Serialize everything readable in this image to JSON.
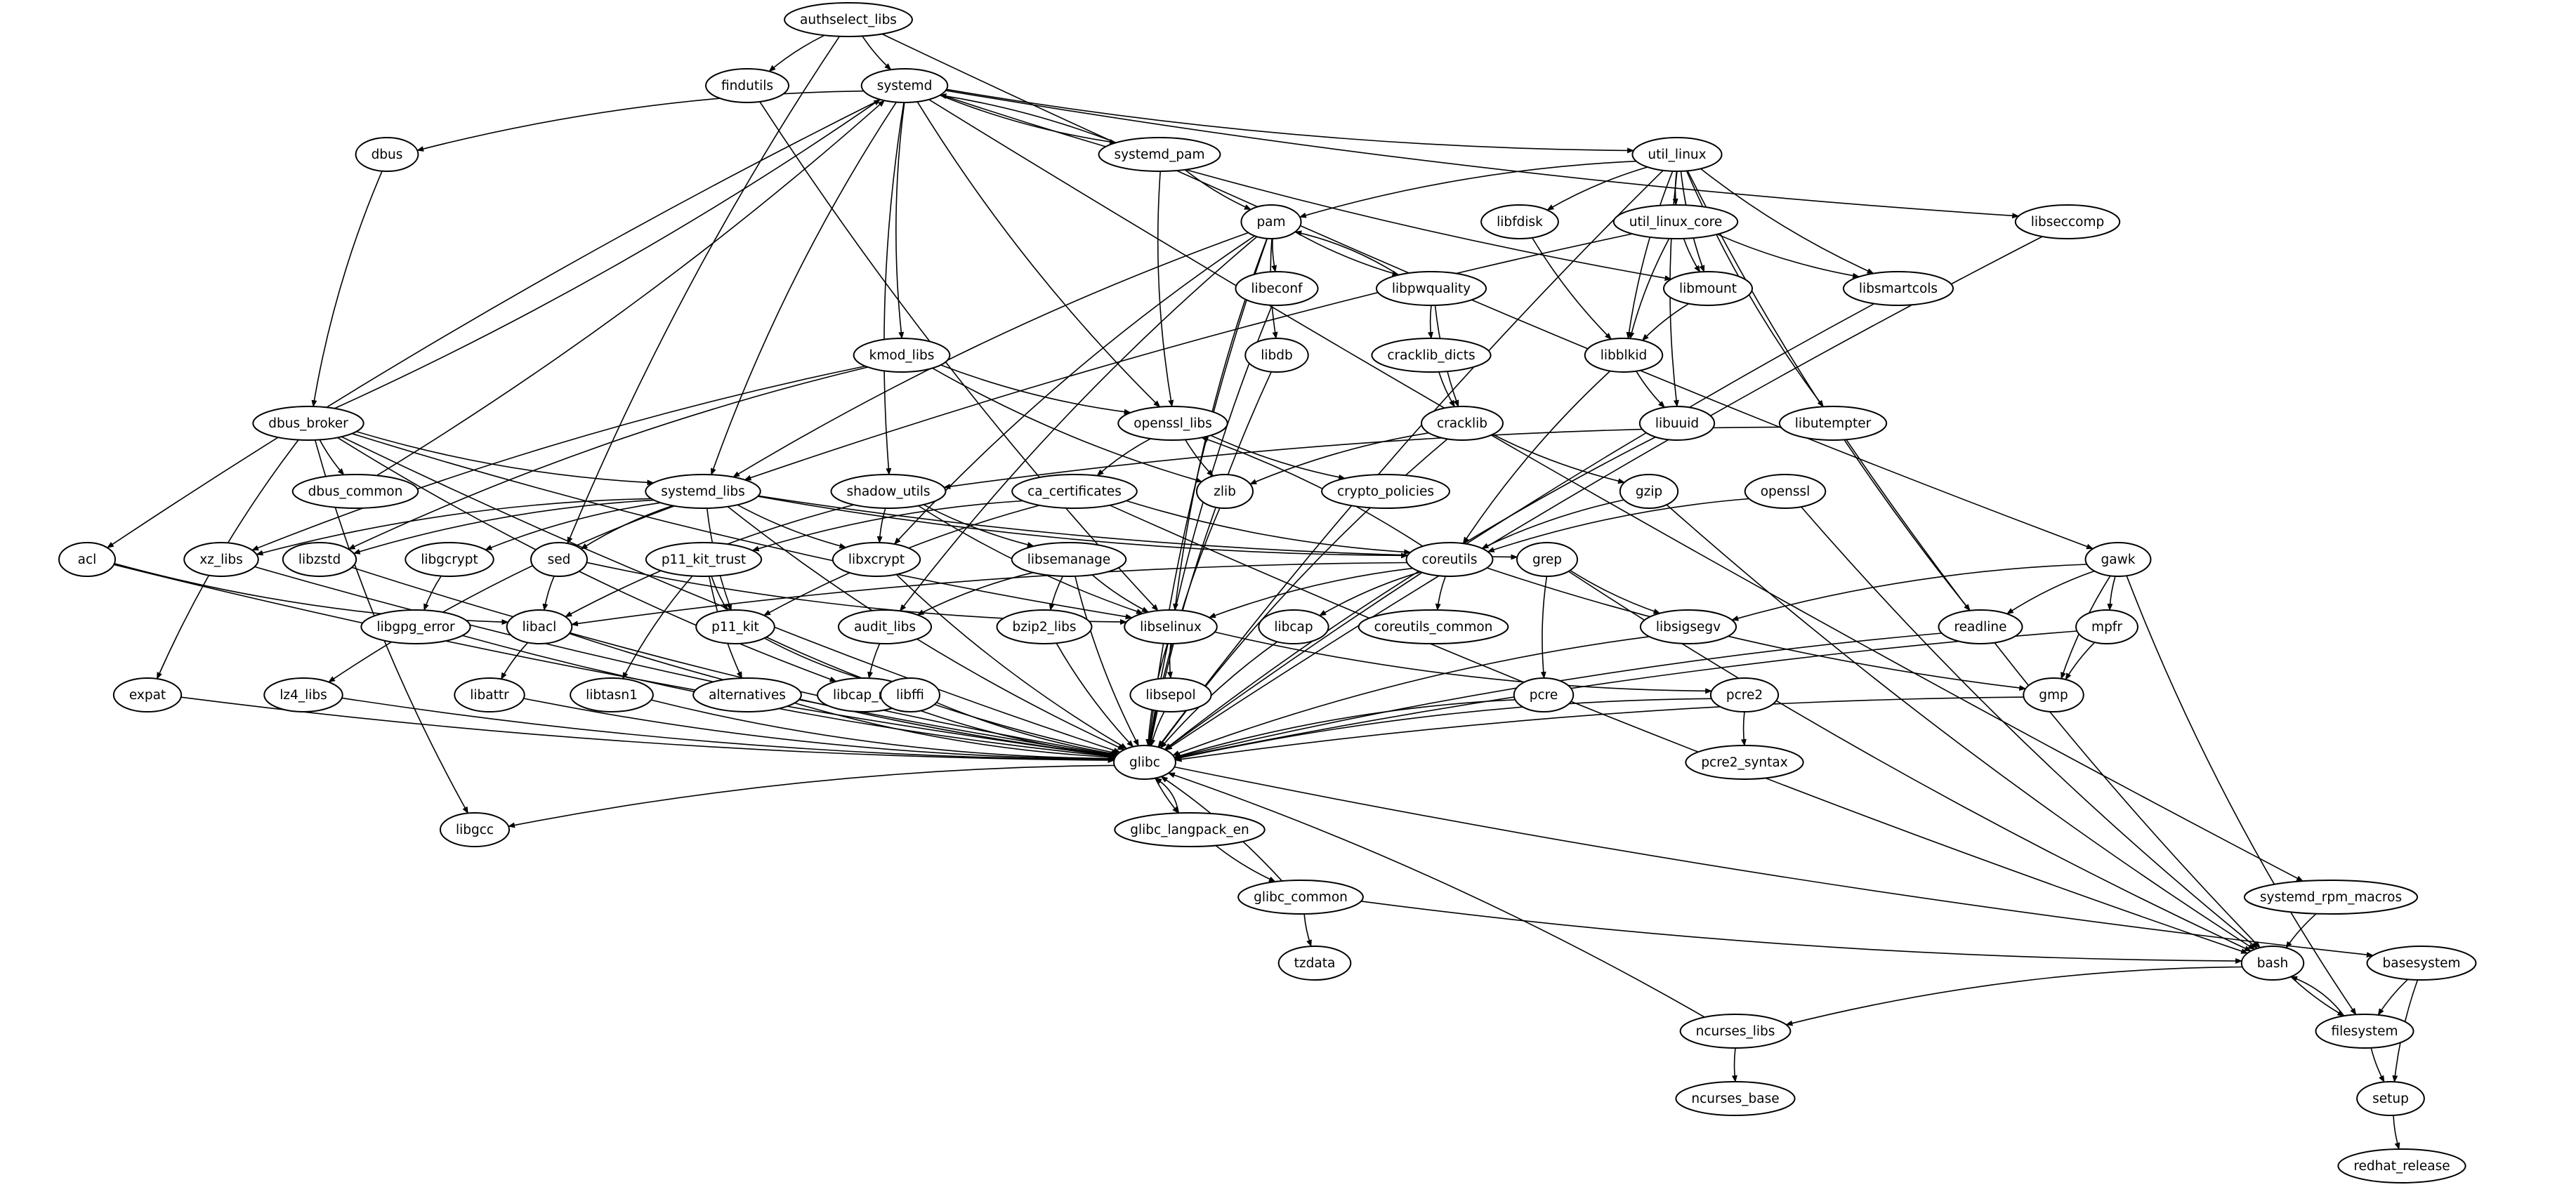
{
  "graph": {
    "nodes": [
      {
        "id": "authselect_libs",
        "label": "authselect_libs"
      },
      {
        "id": "findutils",
        "label": "findutils"
      },
      {
        "id": "systemd",
        "label": "systemd"
      },
      {
        "id": "dbus",
        "label": "dbus"
      },
      {
        "id": "systemd_pam",
        "label": "systemd_pam"
      },
      {
        "id": "util_linux",
        "label": "util_linux"
      },
      {
        "id": "pam",
        "label": "pam"
      },
      {
        "id": "libfdisk",
        "label": "libfdisk"
      },
      {
        "id": "util_linux_core",
        "label": "util_linux_core"
      },
      {
        "id": "libseccomp",
        "label": "libseccomp"
      },
      {
        "id": "libeconf",
        "label": "libeconf"
      },
      {
        "id": "libpwquality",
        "label": "libpwquality"
      },
      {
        "id": "libmount",
        "label": "libmount"
      },
      {
        "id": "libsmartcols",
        "label": "libsmartcols"
      },
      {
        "id": "kmod_libs",
        "label": "kmod_libs"
      },
      {
        "id": "libdb",
        "label": "libdb"
      },
      {
        "id": "cracklib_dicts",
        "label": "cracklib_dicts"
      },
      {
        "id": "libblkid",
        "label": "libblkid"
      },
      {
        "id": "dbus_broker",
        "label": "dbus_broker"
      },
      {
        "id": "openssl_libs",
        "label": "openssl_libs"
      },
      {
        "id": "cracklib",
        "label": "cracklib"
      },
      {
        "id": "libuuid",
        "label": "libuuid"
      },
      {
        "id": "libutempter",
        "label": "libutempter"
      },
      {
        "id": "dbus_common",
        "label": "dbus_common"
      },
      {
        "id": "systemd_libs",
        "label": "systemd_libs"
      },
      {
        "id": "shadow_utils",
        "label": "shadow_utils"
      },
      {
        "id": "zlib",
        "label": "zlib"
      },
      {
        "id": "crypto_policies",
        "label": "crypto_policies"
      },
      {
        "id": "ca_certificates",
        "label": "ca_certificates"
      },
      {
        "id": "gzip",
        "label": "gzip"
      },
      {
        "id": "openssl",
        "label": "openssl"
      },
      {
        "id": "acl",
        "label": "acl"
      },
      {
        "id": "xz_libs",
        "label": "xz_libs"
      },
      {
        "id": "libzstd",
        "label": "libzstd"
      },
      {
        "id": "libgcrypt",
        "label": "libgcrypt"
      },
      {
        "id": "sed",
        "label": "sed"
      },
      {
        "id": "p11_kit_trust",
        "label": "p11_kit_trust"
      },
      {
        "id": "libxcrypt",
        "label": "libxcrypt"
      },
      {
        "id": "libsemanage",
        "label": "libsemanage"
      },
      {
        "id": "coreutils",
        "label": "coreutils"
      },
      {
        "id": "grep",
        "label": "grep"
      },
      {
        "id": "gawk",
        "label": "gawk"
      },
      {
        "id": "libgpg_error",
        "label": "libgpg_error"
      },
      {
        "id": "libacl",
        "label": "libacl"
      },
      {
        "id": "p11_kit",
        "label": "p11_kit"
      },
      {
        "id": "audit_libs",
        "label": "audit_libs"
      },
      {
        "id": "bzip2_libs",
        "label": "bzip2_libs"
      },
      {
        "id": "libselinux",
        "label": "libselinux"
      },
      {
        "id": "libcap",
        "label": "libcap"
      },
      {
        "id": "coreutils_common",
        "label": "coreutils_common"
      },
      {
        "id": "libsigsegv",
        "label": "libsigsegv"
      },
      {
        "id": "readline",
        "label": "readline"
      },
      {
        "id": "mpfr",
        "label": "mpfr"
      },
      {
        "id": "expat",
        "label": "expat"
      },
      {
        "id": "lz4_libs",
        "label": "lz4_libs"
      },
      {
        "id": "libattr",
        "label": "libattr"
      },
      {
        "id": "libtasn1",
        "label": "libtasn1"
      },
      {
        "id": "alternatives",
        "label": "alternatives"
      },
      {
        "id": "libcap_ng",
        "label": "libcap_ng"
      },
      {
        "id": "libffi",
        "label": "libffi"
      },
      {
        "id": "libsepol",
        "label": "libsepol"
      },
      {
        "id": "pcre",
        "label": "pcre"
      },
      {
        "id": "pcre2",
        "label": "pcre2"
      },
      {
        "id": "gmp",
        "label": "gmp"
      },
      {
        "id": "glibc",
        "label": "glibc"
      },
      {
        "id": "pcre2_syntax",
        "label": "pcre2_syntax"
      },
      {
        "id": "libgcc",
        "label": "libgcc"
      },
      {
        "id": "glibc_langpack_en",
        "label": "glibc_langpack_en"
      },
      {
        "id": "glibc_common",
        "label": "glibc_common"
      },
      {
        "id": "systemd_rpm_macros",
        "label": "systemd_rpm_macros"
      },
      {
        "id": "tzdata",
        "label": "tzdata"
      },
      {
        "id": "bash",
        "label": "bash"
      },
      {
        "id": "basesystem",
        "label": "basesystem"
      },
      {
        "id": "ncurses_libs",
        "label": "ncurses_libs"
      },
      {
        "id": "filesystem",
        "label": "filesystem"
      },
      {
        "id": "ncurses_base",
        "label": "ncurses_base"
      },
      {
        "id": "setup",
        "label": "setup"
      },
      {
        "id": "redhat_release",
        "label": "redhat_release"
      }
    ],
    "edges": [
      [
        "authselect_libs",
        "findutils"
      ],
      [
        "authselect_libs",
        "systemd"
      ],
      [
        "authselect_libs",
        "gawk"
      ],
      [
        "authselect_libs",
        "sed"
      ],
      [
        "findutils",
        "libselinux"
      ],
      [
        "systemd",
        "dbus"
      ],
      [
        "systemd",
        "systemd_pam"
      ],
      [
        "systemd",
        "util_linux"
      ],
      [
        "systemd",
        "libseccomp"
      ],
      [
        "systemd",
        "kmod_libs"
      ],
      [
        "systemd",
        "openssl_libs"
      ],
      [
        "systemd",
        "systemd_libs"
      ],
      [
        "systemd",
        "shadow_utils"
      ],
      [
        "systemd",
        "acl"
      ],
      [
        "systemd",
        "libmount"
      ],
      [
        "systemd",
        "systemd_rpm_macros"
      ],
      [
        "systemd_pam",
        "systemd"
      ],
      [
        "systemd_pam",
        "pam"
      ],
      [
        "systemd_pam",
        "openssl_libs"
      ],
      [
        "dbus",
        "dbus_broker"
      ],
      [
        "dbus_broker",
        "systemd"
      ],
      [
        "dbus_broker",
        "dbus_common"
      ],
      [
        "dbus_broker",
        "systemd_libs"
      ],
      [
        "dbus_broker",
        "expat"
      ],
      [
        "dbus_broker",
        "glibc"
      ],
      [
        "dbus_broker",
        "libgcc"
      ],
      [
        "dbus_broker",
        "libcap_ng"
      ],
      [
        "dbus_broker",
        "libselinux"
      ],
      [
        "dbus_common",
        "systemd"
      ],
      [
        "util_linux",
        "pam"
      ],
      [
        "util_linux",
        "libfdisk"
      ],
      [
        "util_linux",
        "util_linux_core"
      ],
      [
        "util_linux",
        "libmount"
      ],
      [
        "util_linux",
        "libsmartcols"
      ],
      [
        "util_linux",
        "libblkid"
      ],
      [
        "util_linux",
        "libuuid"
      ],
      [
        "util_linux",
        "libutempter"
      ],
      [
        "util_linux",
        "readline"
      ],
      [
        "util_linux",
        "glibc"
      ],
      [
        "util_linux_core",
        "libmount"
      ],
      [
        "util_linux_core",
        "libblkid"
      ],
      [
        "util_linux_core",
        "libsmartcols"
      ],
      [
        "util_linux_core",
        "systemd_libs"
      ],
      [
        "libfdisk",
        "libblkid"
      ],
      [
        "libmount",
        "libblkid"
      ],
      [
        "libblkid",
        "libuuid"
      ],
      [
        "libblkid",
        "coreutils"
      ],
      [
        "libsmartcols",
        "glibc"
      ],
      [
        "libseccomp",
        "glibc"
      ],
      [
        "pam",
        "libeconf"
      ],
      [
        "pam",
        "libpwquality"
      ],
      [
        "pam",
        "libdb"
      ],
      [
        "pam",
        "audit_libs"
      ],
      [
        "pam",
        "libxcrypt"
      ],
      [
        "pam",
        "systemd_libs"
      ],
      [
        "pam",
        "libselinux"
      ],
      [
        "pam",
        "glibc"
      ],
      [
        "libpwquality",
        "pam"
      ],
      [
        "libpwquality",
        "cracklib_dicts"
      ],
      [
        "libpwquality",
        "cracklib"
      ],
      [
        "cracklib_dicts",
        "cracklib"
      ],
      [
        "cracklib",
        "zlib"
      ],
      [
        "cracklib",
        "gzip"
      ],
      [
        "cracklib",
        "glibc"
      ],
      [
        "libeconf",
        "glibc"
      ],
      [
        "libdb",
        "glibc"
      ],
      [
        "kmod_libs",
        "openssl_libs"
      ],
      [
        "kmod_libs",
        "zlib"
      ],
      [
        "kmod_libs",
        "xz_libs"
      ],
      [
        "kmod_libs",
        "libzstd"
      ],
      [
        "openssl_libs",
        "zlib"
      ],
      [
        "openssl_libs",
        "crypto_policies"
      ],
      [
        "openssl_libs",
        "ca_certificates"
      ],
      [
        "ca_certificates",
        "coreutils"
      ],
      [
        "ca_certificates",
        "p11_kit_trust"
      ],
      [
        "ca_certificates",
        "p11_kit"
      ],
      [
        "ca_certificates",
        "bash"
      ],
      [
        "p11_kit_trust",
        "p11_kit"
      ],
      [
        "p11_kit_trust",
        "libtasn1"
      ],
      [
        "p11_kit_trust",
        "alternatives"
      ],
      [
        "p11_kit",
        "libffi"
      ],
      [
        "p11_kit",
        "glibc"
      ],
      [
        "systemd_libs",
        "sed"
      ],
      [
        "systemd_libs",
        "libgcrypt"
      ],
      [
        "systemd_libs",
        "xz_libs"
      ],
      [
        "systemd_libs",
        "libzstd"
      ],
      [
        "systemd_libs",
        "lz4_libs"
      ],
      [
        "systemd_libs",
        "libxcrypt"
      ],
      [
        "systemd_libs",
        "p11_kit"
      ],
      [
        "systemd_libs",
        "coreutils"
      ],
      [
        "systemd_libs",
        "grep"
      ],
      [
        "systemd_libs",
        "glibc"
      ],
      [
        "shadow_utils",
        "libsemanage"
      ],
      [
        "shadow_utils",
        "libxcrypt"
      ],
      [
        "shadow_utils",
        "libacl"
      ],
      [
        "shadow_utils",
        "libselinux"
      ],
      [
        "libutempter",
        "shadow_utils"
      ],
      [
        "libutempter",
        "bash"
      ],
      [
        "libsemanage",
        "audit_libs"
      ],
      [
        "libsemanage",
        "bzip2_libs"
      ],
      [
        "libsemanage",
        "libselinux"
      ],
      [
        "libsemanage",
        "glibc"
      ],
      [
        "coreutils",
        "openssl_libs"
      ],
      [
        "coreutils",
        "libacl"
      ],
      [
        "coreutils",
        "libcap"
      ],
      [
        "coreutils",
        "coreutils_common"
      ],
      [
        "coreutils",
        "libselinux"
      ],
      [
        "coreutils",
        "gmp"
      ],
      [
        "gzip",
        "coreutils"
      ],
      [
        "gzip",
        "bash"
      ],
      [
        "openssl",
        "coreutils"
      ],
      [
        "openssl",
        "bash"
      ],
      [
        "grep",
        "pcre"
      ],
      [
        "grep",
        "libsigsegv"
      ],
      [
        "grep",
        "bash"
      ],
      [
        "gawk",
        "libsigsegv"
      ],
      [
        "gawk",
        "readline"
      ],
      [
        "gawk",
        "mpfr"
      ],
      [
        "gawk",
        "gmp"
      ],
      [
        "gawk",
        "filesystem"
      ],
      [
        "mpfr",
        "gmp"
      ],
      [
        "mpfr",
        "glibc"
      ],
      [
        "sed",
        "libacl"
      ],
      [
        "sed",
        "libselinux"
      ],
      [
        "acl",
        "libacl"
      ],
      [
        "acl",
        "glibc"
      ],
      [
        "libacl",
        "libattr"
      ],
      [
        "libacl",
        "glibc"
      ],
      [
        "libgcrypt",
        "libgpg_error"
      ],
      [
        "libgpg_error",
        "glibc"
      ],
      [
        "xz_libs",
        "glibc"
      ],
      [
        "libzstd",
        "glibc"
      ],
      [
        "lz4_libs",
        "glibc"
      ],
      [
        "zlib",
        "glibc"
      ],
      [
        "libxcrypt",
        "glibc"
      ],
      [
        "expat",
        "glibc"
      ],
      [
        "libattr",
        "glibc"
      ],
      [
        "libtasn1",
        "glibc"
      ],
      [
        "alternatives",
        "glibc"
      ],
      [
        "libffi",
        "glibc"
      ],
      [
        "audit_libs",
        "libcap_ng"
      ],
      [
        "libcap_ng",
        "glibc"
      ],
      [
        "bzip2_libs",
        "glibc"
      ],
      [
        "libselinux",
        "libsepol"
      ],
      [
        "libselinux",
        "pcre2"
      ],
      [
        "libselinux",
        "glibc"
      ],
      [
        "libsepol",
        "glibc"
      ],
      [
        "libcap",
        "glibc"
      ],
      [
        "libsigsegv",
        "glibc"
      ],
      [
        "readline",
        "glibc"
      ],
      [
        "gmp",
        "glibc"
      ],
      [
        "pcre",
        "glibc"
      ],
      [
        "pcre2",
        "glibc"
      ],
      [
        "pcre2",
        "pcre2_syntax"
      ],
      [
        "libuuid",
        "glibc"
      ],
      [
        "glibc",
        "libgcc"
      ],
      [
        "glibc",
        "glibc_langpack_en"
      ],
      [
        "glibc",
        "basesystem"
      ],
      [
        "glibc_langpack_en",
        "glibc"
      ],
      [
        "glibc_langpack_en",
        "glibc_common"
      ],
      [
        "glibc_common",
        "glibc"
      ],
      [
        "glibc_common",
        "tzdata"
      ],
      [
        "glibc_common",
        "bash"
      ],
      [
        "systemd_rpm_macros",
        "bash"
      ],
      [
        "bash",
        "ncurses_libs"
      ],
      [
        "bash",
        "filesystem"
      ],
      [
        "filesystem",
        "bash"
      ],
      [
        "filesystem",
        "setup"
      ],
      [
        "basesystem",
        "filesystem"
      ],
      [
        "basesystem",
        "setup"
      ],
      [
        "ncurses_libs",
        "glibc"
      ],
      [
        "ncurses_libs",
        "ncurses_base"
      ],
      [
        "setup",
        "redhat_release"
      ]
    ]
  }
}
